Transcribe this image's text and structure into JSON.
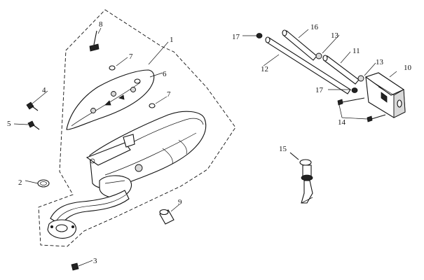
{
  "callouts": {
    "p1": "1",
    "p2": "2",
    "p3": "3",
    "p4": "4",
    "p5": "5",
    "p6": "6",
    "p7a": "7",
    "p7b": "7",
    "p8": "8",
    "p9": "9",
    "p10": "10",
    "p11": "11",
    "p12": "12",
    "p13a": "13",
    "p13b": "13",
    "p14": "14",
    "p15": "15",
    "p16": "16",
    "p17a": "17",
    "p17b": "17"
  }
}
